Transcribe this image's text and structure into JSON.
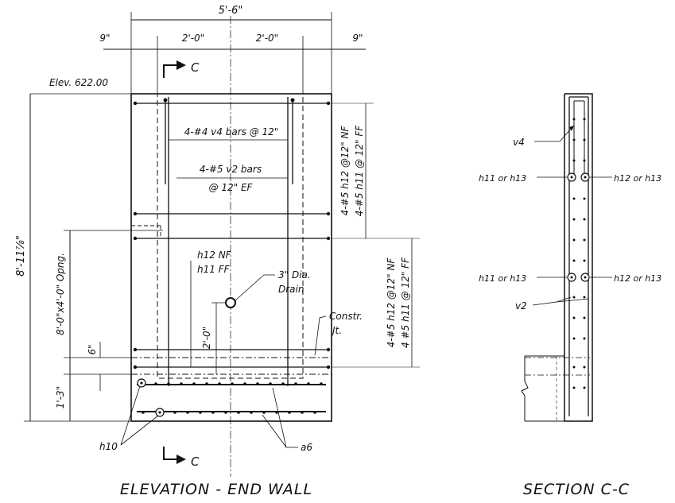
{
  "dimensions": {
    "overall_width": "5'-6\"",
    "left_edge": "9\"",
    "right_edge": "9\"",
    "left_half": "2'-0\"",
    "right_half": "2'-0\"",
    "height": "8'-11⅞\"",
    "opening": "8'-0\"x4'-0\" Opng.",
    "six_in": "6\"",
    "one_three": "1'-3\"",
    "two_ft": "2'-0\""
  },
  "labels": {
    "elevation": "Elev. 622.00",
    "section_mark_top": "C",
    "section_mark_bottom": "C",
    "v4_bars": "4-#4 v4 bars @ 12\"",
    "v2_bars_1": "4-#5 v2 bars",
    "v2_bars_2": "@ 12\" EF",
    "upper_nf": "4-#5 h12 @12\" NF",
    "upper_ff": "4-#5 h11 @ 12\" FF",
    "lower_nf": "4-#5 h12 @12\" NF",
    "lower_ff": "4 #5 h11 @ 12\" FF",
    "h12nf": "h12 NF",
    "h11ff": "h11 FF",
    "drain_1": "3\" Dia.",
    "drain_2": "Drain",
    "constr_1": "Constr.",
    "constr_2": "Jt.",
    "h10": "h10",
    "a6": "a6"
  },
  "section": {
    "v4": "v4",
    "h11_or_h13_top": "h11 or h13",
    "h12_or_h13_top": "h12 or h13",
    "h11_or_h13_bot": "h11 or h13",
    "h12_or_h13_bot": "h12 or h13",
    "v2": "v2"
  },
  "titles": {
    "elevation": "ELEVATION - END WALL",
    "section": "SECTION C-C"
  }
}
